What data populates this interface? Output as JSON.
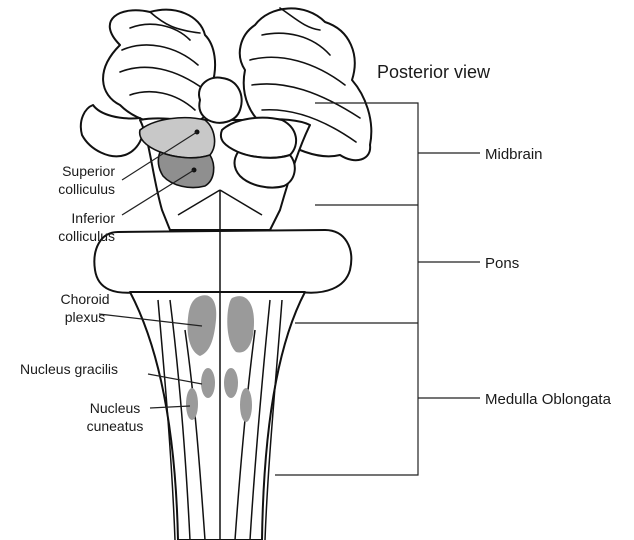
{
  "title": "Posterior view",
  "regions": {
    "midbrain": "Midbrain",
    "pons": "Pons",
    "medulla": "Medulla Oblongata"
  },
  "labels": {
    "superior_colliculus": [
      "Superior",
      "colliculus"
    ],
    "inferior_colliculus": [
      "Inferior",
      "colliculus"
    ],
    "choroid_plexus": [
      "Choroid",
      "plexus"
    ],
    "nucleus_gracilis": "Nucleus gracilis",
    "nucleus_cuneatus": [
      "Nucleus",
      "cuneatus"
    ]
  },
  "colors": {
    "superior_colliculus": "#c8c8c8",
    "inferior_colliculus": "#8f8f8f",
    "nuclei": "#9a9a9a",
    "outline": "#111111"
  }
}
